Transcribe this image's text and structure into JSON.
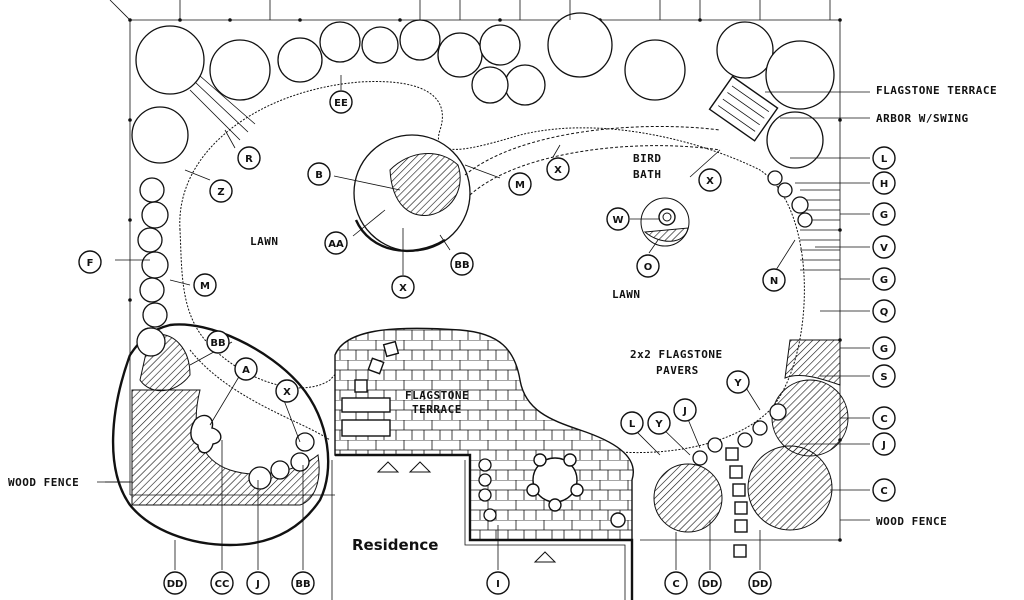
{
  "area_labels": {
    "lawn_left": "LAWN",
    "lawn_right": "LAWN",
    "bird_bath": [
      "BIRD",
      "BATH"
    ],
    "terrace_center": [
      "FLAGSTONE",
      "TERRACE"
    ],
    "pavers": [
      "2x2 FLAGSTONE",
      "PAVERS"
    ],
    "residence": "Residence"
  },
  "callouts": {
    "flagstone_terrace": "FLAGSTONE TERRACE",
    "arbor_swing": "ARBOR W/SWING",
    "wood_fence_left": "WOOD FENCE",
    "wood_fence_right": "WOOD FENCE"
  },
  "keys": {
    "ee": "EE",
    "r": "R",
    "z": "Z",
    "f": "F",
    "m_left": "M",
    "b": "B",
    "aa": "AA",
    "x_center": "X",
    "bb_center": "BB",
    "m_mid": "M",
    "x_mid": "X",
    "w": "W",
    "o": "O",
    "x_right": "X",
    "l_right": "L",
    "h": "H",
    "g1": "G",
    "v": "V",
    "g2": "G",
    "n": "N",
    "q": "Q",
    "g3": "G",
    "s": "S",
    "y_right": "Y",
    "c_right1": "C",
    "j_right": "J",
    "c_right2": "C",
    "bb_left": "BB",
    "a": "A",
    "x_left": "X",
    "l_low": "L",
    "y_low": "Y",
    "j_low": "J",
    "dd_left": "DD",
    "cc": "CC",
    "j_bottom": "J",
    "bb_bottom": "BB",
    "i": "I",
    "c_bottom": "C",
    "dd_mid": "DD",
    "dd_right": "DD"
  }
}
